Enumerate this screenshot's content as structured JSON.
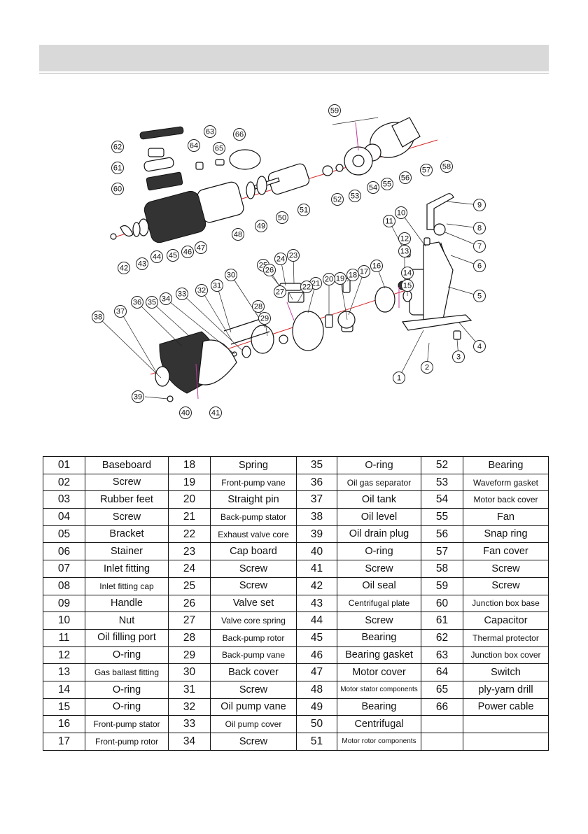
{
  "table": {
    "rows": [
      [
        {
          "n": "01",
          "name": "Baseboard"
        },
        {
          "n": "18",
          "name": "Spring"
        },
        {
          "n": "35",
          "name": "O-ring"
        },
        {
          "n": "52",
          "name": "Bearing"
        }
      ],
      [
        {
          "n": "02",
          "name": "Screw"
        },
        {
          "n": "19",
          "name": "Front-pump vane"
        },
        {
          "n": "36",
          "name": "Oil gas separator"
        },
        {
          "n": "53",
          "name": "Waveform gasket"
        }
      ],
      [
        {
          "n": "03",
          "name": "Rubber feet"
        },
        {
          "n": "20",
          "name": "Straight pin"
        },
        {
          "n": "37",
          "name": "Oil tank"
        },
        {
          "n": "54",
          "name": "Motor back cover"
        }
      ],
      [
        {
          "n": "04",
          "name": "Screw"
        },
        {
          "n": "21",
          "name": "Back-pump stator"
        },
        {
          "n": "38",
          "name": "Oil level"
        },
        {
          "n": "55",
          "name": "Fan"
        }
      ],
      [
        {
          "n": "05",
          "name": "Bracket"
        },
        {
          "n": "22",
          "name": "Exhaust valve core"
        },
        {
          "n": "39",
          "name": "Oil drain plug"
        },
        {
          "n": "56",
          "name": "Snap ring"
        }
      ],
      [
        {
          "n": "06",
          "name": "Stainer"
        },
        {
          "n": "23",
          "name": "Cap board"
        },
        {
          "n": "40",
          "name": "O-ring"
        },
        {
          "n": "57",
          "name": "Fan cover"
        }
      ],
      [
        {
          "n": "07",
          "name": "Inlet fitting"
        },
        {
          "n": "24",
          "name": "Screw"
        },
        {
          "n": "41",
          "name": "Screw"
        },
        {
          "n": "58",
          "name": "Screw"
        }
      ],
      [
        {
          "n": "08",
          "name": "Inlet fitting cap"
        },
        {
          "n": "25",
          "name": "Screw"
        },
        {
          "n": "42",
          "name": "Oil seal"
        },
        {
          "n": "59",
          "name": "Screw"
        }
      ],
      [
        {
          "n": "09",
          "name": "Handle"
        },
        {
          "n": "26",
          "name": "Valve set"
        },
        {
          "n": "43",
          "name": "Centrifugal plate"
        },
        {
          "n": "60",
          "name": "Junction box base"
        }
      ],
      [
        {
          "n": "10",
          "name": "Nut"
        },
        {
          "n": "27",
          "name": "Valve core spring"
        },
        {
          "n": "44",
          "name": "Screw"
        },
        {
          "n": "61",
          "name": "Capacitor"
        }
      ],
      [
        {
          "n": "11",
          "name": "Oil filling port"
        },
        {
          "n": "28",
          "name": "Back-pump rotor"
        },
        {
          "n": "45",
          "name": "Bearing"
        },
        {
          "n": "62",
          "name": "Thermal protector"
        }
      ],
      [
        {
          "n": "12",
          "name": "O-ring"
        },
        {
          "n": "29",
          "name": "Back-pump vane"
        },
        {
          "n": "46",
          "name": "Bearing gasket"
        },
        {
          "n": "63",
          "name": "Junction box cover"
        }
      ],
      [
        {
          "n": "13",
          "name": "Gas ballast fitting"
        },
        {
          "n": "30",
          "name": "Back cover"
        },
        {
          "n": "47",
          "name": "Motor cover"
        },
        {
          "n": "64",
          "name": "Switch"
        }
      ],
      [
        {
          "n": "14",
          "name": "O-ring"
        },
        {
          "n": "31",
          "name": "Screw"
        },
        {
          "n": "48",
          "name": "Motor stator components"
        },
        {
          "n": "65",
          "name": "ply-yarn drill"
        }
      ],
      [
        {
          "n": "15",
          "name": "O-ring"
        },
        {
          "n": "32",
          "name": "Oil pump vane"
        },
        {
          "n": "49",
          "name": "Bearing"
        },
        {
          "n": "66",
          "name": "Power cable"
        }
      ],
      [
        {
          "n": "16",
          "name": "Front-pump stator"
        },
        {
          "n": "33",
          "name": "Oil pump cover"
        },
        {
          "n": "50",
          "name": "Centrifugal"
        },
        {
          "n": "",
          "name": ""
        }
      ],
      [
        {
          "n": "17",
          "name": "Front-pump rotor"
        },
        {
          "n": "34",
          "name": "Screw"
        },
        {
          "n": "51",
          "name": "Motor rotor components"
        },
        {
          "n": "",
          "name": ""
        }
      ]
    ]
  },
  "diagram": {
    "callouts": [
      "1",
      "2",
      "3",
      "4",
      "5",
      "6",
      "7",
      "8",
      "9",
      "10",
      "11",
      "12",
      "13",
      "14",
      "15",
      "16",
      "17",
      "18",
      "19",
      "20",
      "21",
      "22",
      "23",
      "24",
      "25",
      "26",
      "27",
      "28",
      "29",
      "30",
      "31",
      "32",
      "33",
      "34",
      "35",
      "36",
      "37",
      "38",
      "39",
      "40",
      "41",
      "42",
      "43",
      "44",
      "45",
      "46",
      "47",
      "48",
      "49",
      "50",
      "51",
      "52",
      "53",
      "54",
      "55",
      "56",
      "57",
      "58",
      "59",
      "60",
      "61",
      "62",
      "63",
      "64",
      "65",
      "66"
    ]
  }
}
